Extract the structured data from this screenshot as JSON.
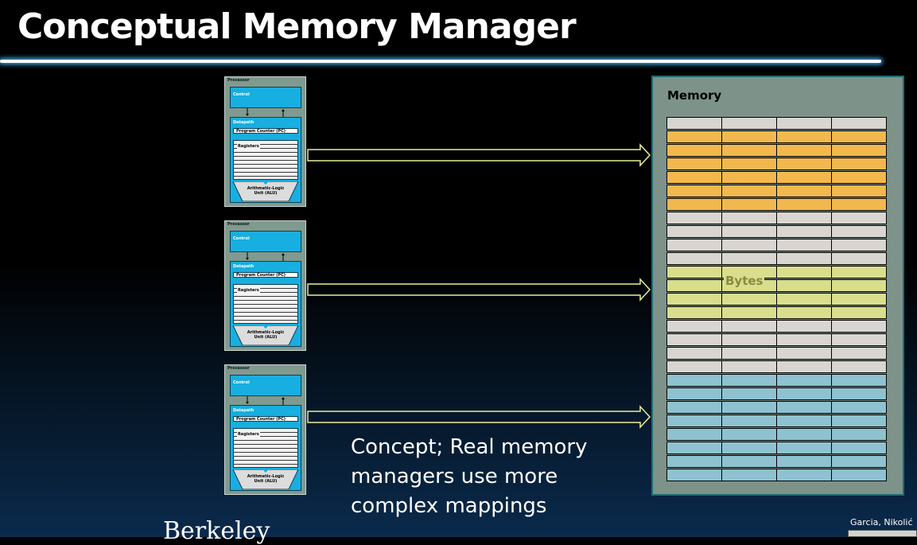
{
  "title": "Conceptual Memory Manager",
  "processor": {
    "label": "Processor",
    "control": "Control",
    "datapath": "Datapath",
    "pc": "Program Counter (PC)",
    "registers": "Registers",
    "alu_line1": "Arithmetic-Logic",
    "alu_line2": "Unit (ALU)"
  },
  "memory": {
    "label": "Memory",
    "bytes_label": "Bytes"
  },
  "caption": {
    "line1": "Concept; Real memory",
    "line2": "managers use more",
    "line3": "complex mappings"
  },
  "footer": {
    "berkeley": "Berkeley",
    "credit": "Garcia, Nikolić"
  },
  "colors": {
    "orange": "#f2b84e",
    "yellow": "#d9de8c",
    "blue": "#8ec2d0",
    "gray": "#d9d5d0",
    "arrow": "#e8ef9a",
    "processor_blue": "#18aee0"
  }
}
